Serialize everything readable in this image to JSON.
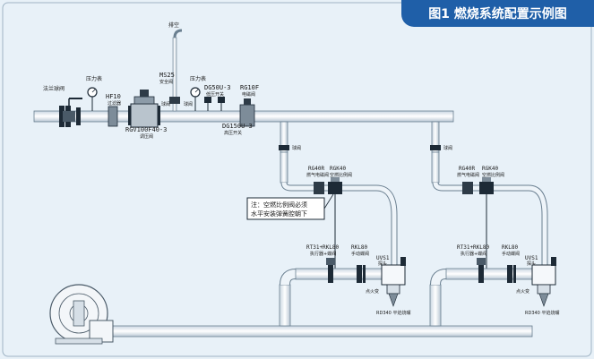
{
  "title": "图1  燃烧系统配置示例图",
  "labels": {
    "gas_inlet_ball_valve": "法兰球阀",
    "pressure_gauge_1": "压力表",
    "hf10": "HF10",
    "hf10_sub": "过滤器",
    "ms25": "MS25",
    "ms25_sub": "安全阀",
    "vent": "排空",
    "pressure_gauge_2": "压力表",
    "dg50u3": "DG50U-3",
    "dg50u3_sub": "低压开关",
    "rg10f": "RG10F",
    "rg10f_sub": "电磁阀",
    "ball_valve_1": "球阀",
    "ball_valve_2": "球阀",
    "rgv": "RGV100F40-3",
    "rgv_sub": "调压阀",
    "dg150u3": "DG150U-3",
    "dg150u3_sub": "高压开关",
    "ball_valve_3": "球阀",
    "ball_valve_4": "球阀",
    "rg40r_1": "RG40R",
    "rg40r_1_sub": "燃气电磁阀",
    "rgk40_1": "RGK40",
    "rgk40_1_sub": "空燃比例阀",
    "rg40r_2": "RG40R",
    "rg40r_2_sub": "燃气电磁阀",
    "rgk40_2": "RGK40",
    "rgk40_2_sub": "空燃比例阀",
    "note_line1": "注：空燃比例阀必须",
    "note_line2": "水平安装弹簧腔朝下",
    "rt31_1": "RT31+RKL80",
    "rt31_1_sub": "执行器+蝶阀",
    "rkl80_1": "RKL80",
    "rkl80_1_sub": "手动蝶阀",
    "uvs1_1": "UVS1",
    "uvs1_1_sub": "探头",
    "rt31_2": "RT31+RKL80",
    "rt31_2_sub": "执行器+蝶阀",
    "rkl80_2": "RKL80",
    "rkl80_2_sub": "手动蝶阀",
    "uvs1_2": "UVS1",
    "uvs1_2_sub": "探头",
    "igniter_1": "点火变",
    "igniter_2": "点火变",
    "burner_1": "RD340  平焰烧嘴",
    "burner_2": "RD340  平焰烧嘴"
  },
  "colors": {
    "background": "#e8f1f8",
    "banner": "#1f5fa8",
    "pipe_stroke": "#6a7f90",
    "pipe_fill": "#eef4f9",
    "valve_dark": "#1d2a36",
    "valve_grey": "#7d8c99"
  }
}
